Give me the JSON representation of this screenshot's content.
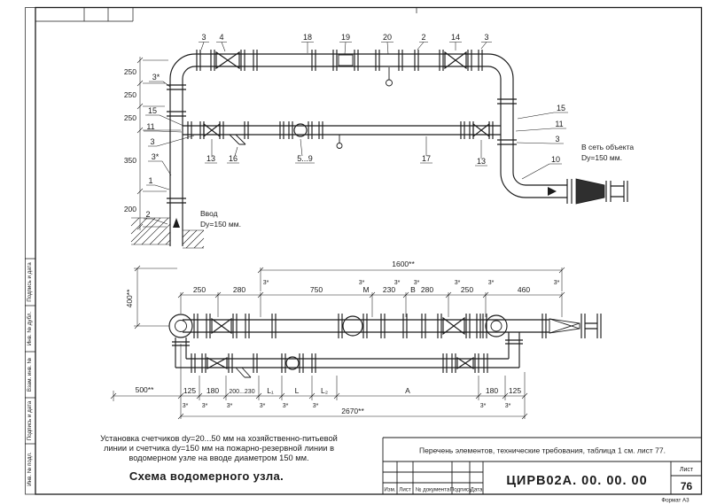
{
  "colors": {
    "ink": "#1b1b1b",
    "paper": "#ffffff"
  },
  "upper": {
    "callouts_top": [
      "3",
      "4",
      "18",
      "19",
      "20",
      "2",
      "14",
      "3"
    ],
    "left_marks": [
      "3*",
      "15",
      "11",
      "3",
      "3*",
      "1",
      "2"
    ],
    "bottom_marks": [
      "13",
      "16",
      "5...9",
      "17",
      "13"
    ],
    "right_marks": [
      "15",
      "11",
      "3",
      "10"
    ],
    "dims_left": [
      "250",
      "250",
      "250",
      "350",
      "200"
    ],
    "inlet_line1": "Ввод",
    "inlet_line2": "Dy=150 мм.",
    "outlet_line1": "В сеть объекта",
    "outlet_line2": "Dy=150 мм."
  },
  "lower": {
    "total_top": "1600**",
    "row_dims": [
      "250",
      "280",
      "750",
      "230",
      "280",
      "250",
      "460"
    ],
    "point_m": "M",
    "point_b": "B",
    "star": "3*",
    "bottom_dims": [
      "125",
      "180",
      "200...230",
      "L₁",
      "L",
      "L₂",
      "A",
      "180",
      "125"
    ],
    "total_bottom": "2670**",
    "dim_vertical": "400**",
    "dim_left": "500**"
  },
  "notes": {
    "line1": "Установка счетчиков dy=20...50 мм на хозяйственно-питьевой",
    "line2": "линии и счетчика dy=150 мм на пожарно-резервной линии в",
    "line3": "водомерном узле на вводе диаметром 150 мм.",
    "title": "Схема водомерного узла."
  },
  "reference_note": "Перечень элементов, технические требования, таблица 1 см. лист 77.",
  "title_block": {
    "doc_number": "ЦИРВ02А. 00. 00. 00",
    "sheet_label": "Лист",
    "sheet_number": "76",
    "columns": [
      "Изм.",
      "Лист",
      "№ документа",
      "Подпись",
      "Дата"
    ],
    "format_note": "Формат А3"
  },
  "stamp_column": {
    "labels": [
      "Подпись и дата",
      "Инв. № дубл.",
      "Взам. инв. №",
      "Подпись и дата",
      "Инв. № подл."
    ]
  }
}
